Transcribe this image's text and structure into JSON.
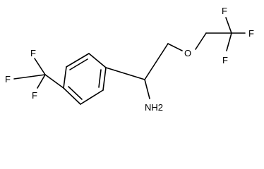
{
  "molecule": {
    "atoms": {
      "oxygen": "O",
      "amine": "NH2",
      "ring_cf3_f_top": "F",
      "ring_cf3_f_left": "F",
      "ring_cf3_f_bottom": "F",
      "ether_cf3_f_top": "F",
      "ether_cf3_f_right": "F",
      "ether_cf3_f_bottom": "F"
    },
    "colors": {
      "bond": "#000000",
      "label": "#000000",
      "background": "#ffffff"
    }
  }
}
